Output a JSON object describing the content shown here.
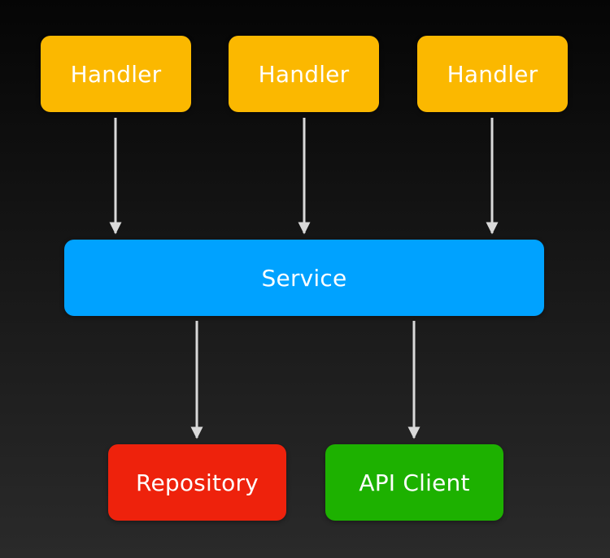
{
  "diagram": {
    "handlers": [
      {
        "label": "Handler"
      },
      {
        "label": "Handler"
      },
      {
        "label": "Handler"
      }
    ],
    "service": {
      "label": "Service"
    },
    "repository": {
      "label": "Repository"
    },
    "api_client": {
      "label": "API Client"
    },
    "colors": {
      "handler": "#FBB800",
      "service": "#00A2FF",
      "repository": "#EE220C",
      "api_client": "#1DB100",
      "arrow": "#D9D9D9"
    },
    "edges": [
      {
        "from": "handler-1",
        "to": "service"
      },
      {
        "from": "handler-2",
        "to": "service"
      },
      {
        "from": "handler-3",
        "to": "service"
      },
      {
        "from": "service",
        "to": "repository"
      },
      {
        "from": "service",
        "to": "api-client"
      }
    ]
  }
}
